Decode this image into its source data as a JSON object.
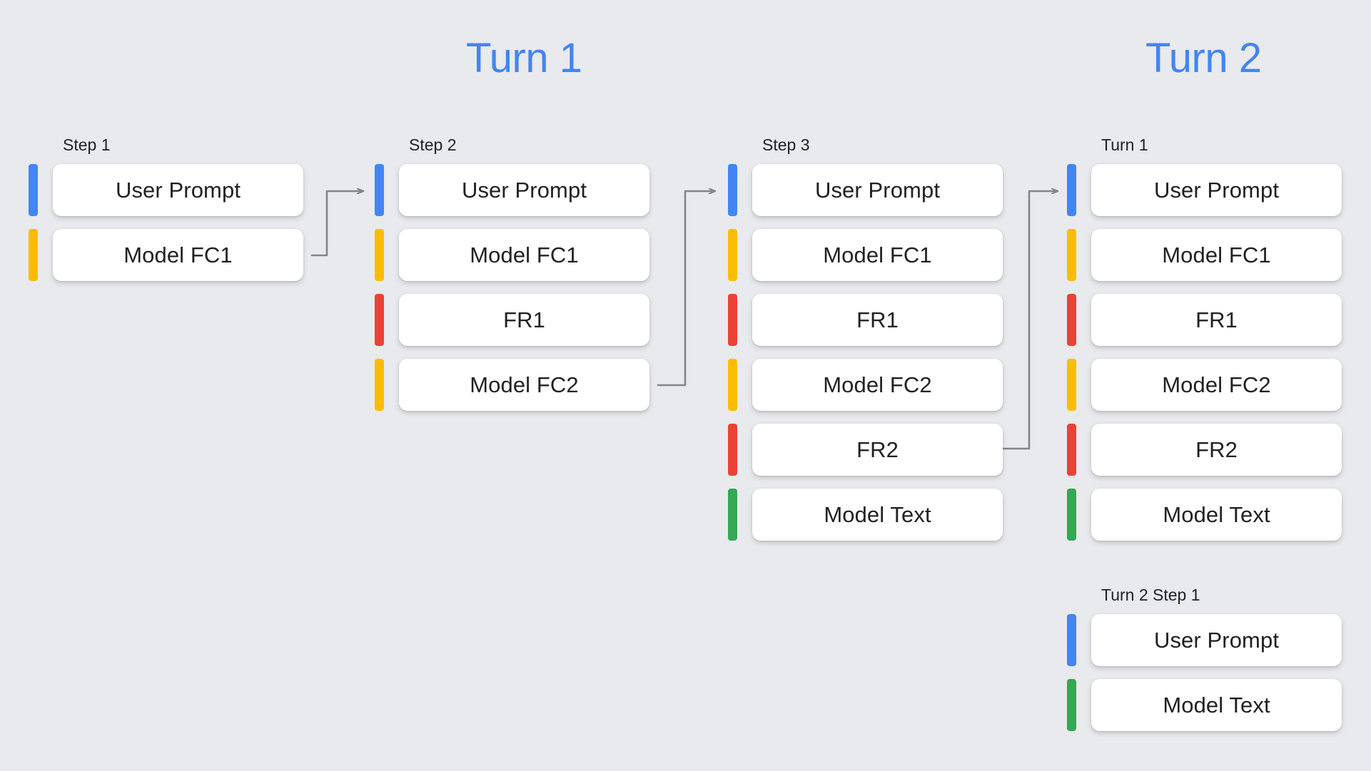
{
  "background_color": "#e8eaed",
  "palette": {
    "blue": "#4285f4",
    "yellow": "#fbbc04",
    "red": "#ea4335",
    "green": "#34a853",
    "arrow_gray": "#80868b",
    "text": "#202124"
  },
  "headers": [
    {
      "label": "Turn 1",
      "color": "#4285f4"
    },
    {
      "label": "Turn 2",
      "color": "#4285f4"
    }
  ],
  "columns": [
    {
      "id": "step-1",
      "label": "Step 1",
      "rows": [
        {
          "label": "User Prompt",
          "color": "blue"
        },
        {
          "label": "Model FC1",
          "color": "yellow"
        }
      ]
    },
    {
      "id": "step-2",
      "label": "Step 2",
      "rows": [
        {
          "label": "User Prompt",
          "color": "blue"
        },
        {
          "label": "Model FC1",
          "color": "yellow"
        },
        {
          "label": "FR1",
          "color": "red"
        },
        {
          "label": "Model FC2",
          "color": "yellow"
        }
      ]
    },
    {
      "id": "step-3",
      "label": "Step 3",
      "rows": [
        {
          "label": "User Prompt",
          "color": "blue"
        },
        {
          "label": "Model FC1",
          "color": "yellow"
        },
        {
          "label": "FR1",
          "color": "red"
        },
        {
          "label": "Model FC2",
          "color": "yellow"
        },
        {
          "label": "FR2",
          "color": "red"
        },
        {
          "label": "Model Text",
          "color": "green"
        }
      ]
    },
    {
      "id": "turn-1",
      "label": "Turn 1",
      "rows": [
        {
          "label": "User Prompt",
          "color": "blue"
        },
        {
          "label": "Model FC1",
          "color": "yellow"
        },
        {
          "label": "FR1",
          "color": "red"
        },
        {
          "label": "Model FC2",
          "color": "yellow"
        },
        {
          "label": "FR2",
          "color": "red"
        },
        {
          "label": "Model Text",
          "color": "green"
        }
      ]
    },
    {
      "id": "turn2-step1",
      "label": "Turn 2 Step 1",
      "rows": [
        {
          "label": "User Prompt",
          "color": "blue"
        },
        {
          "label": "Model Text",
          "color": "green"
        }
      ]
    }
  ],
  "connectors": [
    {
      "id": "arrow-step1-to-step2",
      "from_row": "Model FC1",
      "to_row": "User Prompt"
    },
    {
      "id": "arrow-step2-to-step3",
      "from_row": "Model FC2",
      "to_row": "User Prompt"
    },
    {
      "id": "arrow-step3-to-turn1",
      "from_row": "FR2",
      "to_row": "User Prompt"
    }
  ]
}
